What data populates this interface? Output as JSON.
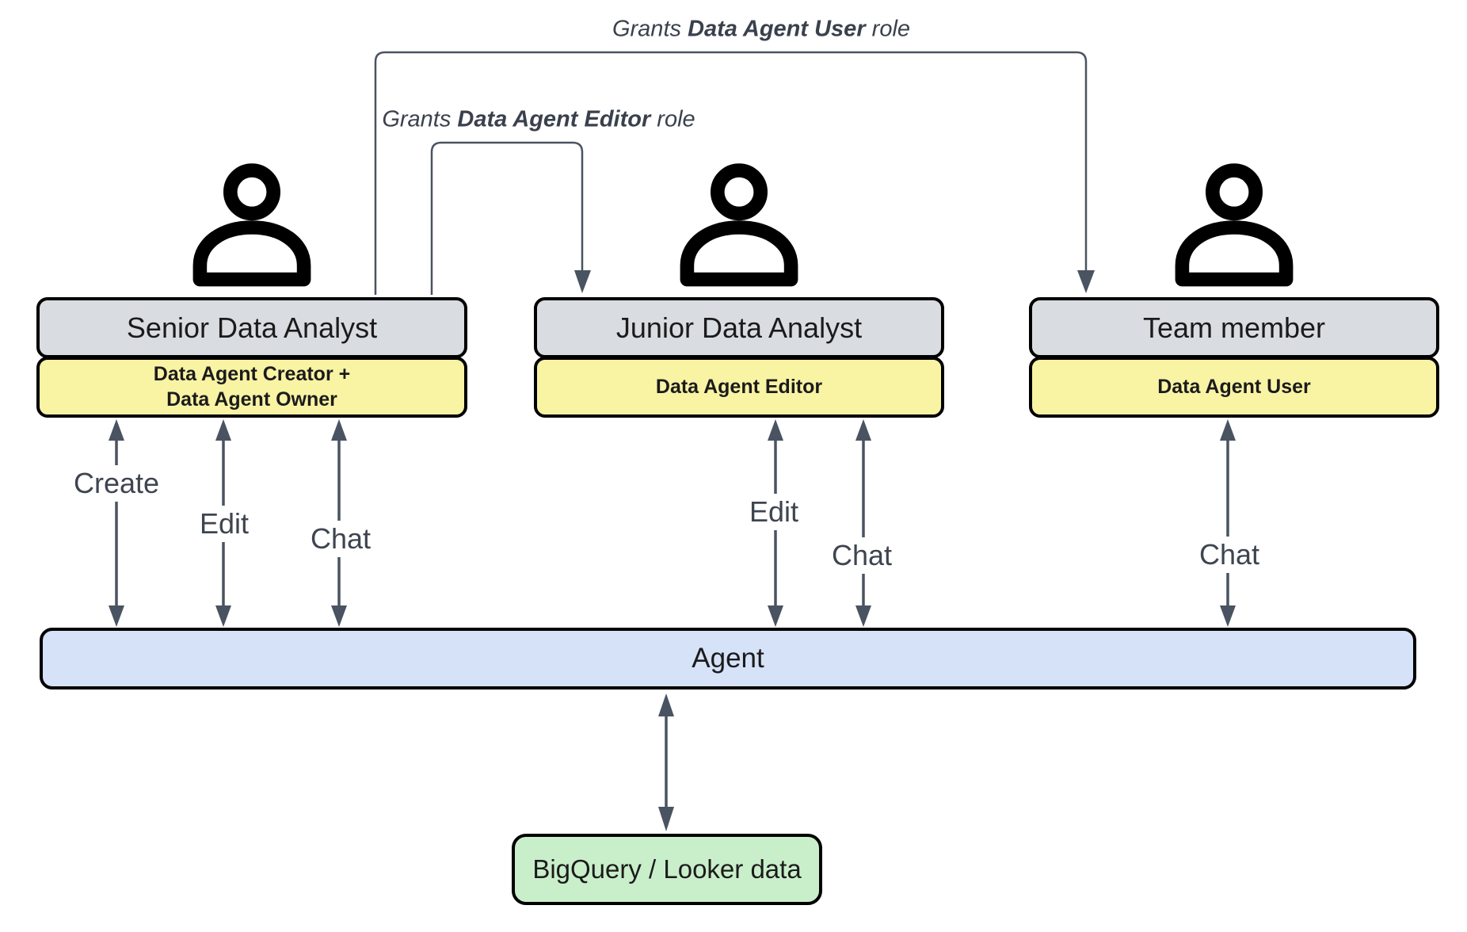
{
  "grants": [
    {
      "prefix": "Grants ",
      "bold": "Data Agent User",
      "suffix": " role"
    },
    {
      "prefix": "Grants ",
      "bold": "Data Agent Editor",
      "suffix": " role"
    }
  ],
  "actors": [
    {
      "title": "Senior Data Analyst",
      "role_line1": "Data Agent Creator +",
      "role_line2": "Data Agent Owner"
    },
    {
      "title": "Junior Data Analyst",
      "role": "Data Agent Editor"
    },
    {
      "title": "Team member",
      "role": "Data Agent User"
    }
  ],
  "interaction_labels": {
    "senior": [
      "Create",
      "Edit",
      "Chat"
    ],
    "junior": [
      "Edit",
      "Chat"
    ],
    "team": [
      "Chat"
    ]
  },
  "agent": {
    "label": "Agent"
  },
  "datastore": {
    "label": "BigQuery / Looker data"
  },
  "colors": {
    "actor_box_fill": "#d9dce1",
    "role_box_fill": "#f9f3a4",
    "agent_box_fill": "#d6e2f8",
    "datastore_box_fill": "#c9efca",
    "box_border": "#000000",
    "connector": "#4a5361",
    "label_text": "#3e4550",
    "grants_text": "#3a414d",
    "background": "#ffffff"
  }
}
